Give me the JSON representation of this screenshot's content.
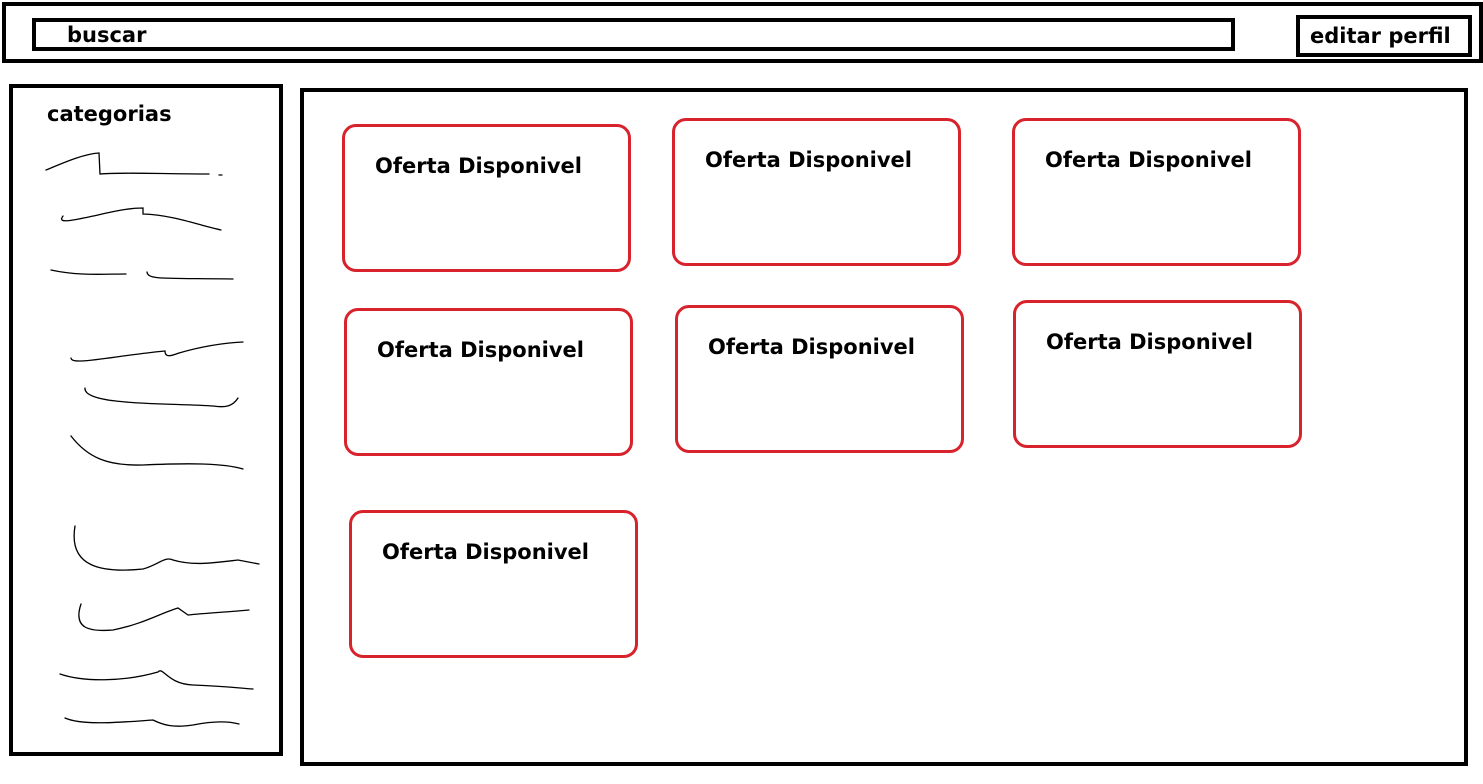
{
  "header": {
    "search_label": "buscar",
    "edit_profile_label": "editar perfil"
  },
  "sidebar": {
    "title": "categorias"
  },
  "offers": [
    {
      "label": "Oferta Disponivel"
    },
    {
      "label": "Oferta Disponivel"
    },
    {
      "label": "Oferta Disponivel"
    },
    {
      "label": "Oferta Disponivel"
    },
    {
      "label": "Oferta Disponivel"
    },
    {
      "label": "Oferta Disponivel"
    },
    {
      "label": "Oferta Disponivel"
    }
  ],
  "colors": {
    "card_border": "#d8222c",
    "frame_border": "#000000"
  }
}
